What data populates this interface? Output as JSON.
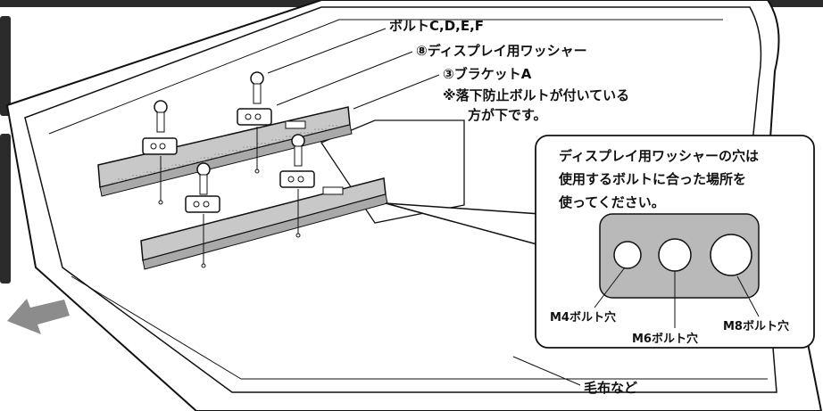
{
  "labels": {
    "bolts": "ボルトC,D,E,F",
    "washer": "⑧ディスプレイ用ワッシャー",
    "bracket": "③ブラケットA",
    "note_line1": "※落下防止ボルトが付いている",
    "note_line2": "方が下です。",
    "blanket": "毛布など"
  },
  "callout": {
    "line1": "ディスプレイ用ワッシャーの穴は",
    "line2": "使用するボルトに合った場所を",
    "line3": "使ってください。",
    "holes": [
      {
        "label": "M4ボルト穴"
      },
      {
        "label": "M6ボルト穴"
      },
      {
        "label": "M8ボルト穴"
      }
    ]
  },
  "colors": {
    "outline": "#111111",
    "bracket_fill": "#c8c8c8",
    "panel_fill": "#b9b9b9",
    "arrow_fill": "#8c8c8c",
    "screen_edge": "#2b2b2b"
  }
}
